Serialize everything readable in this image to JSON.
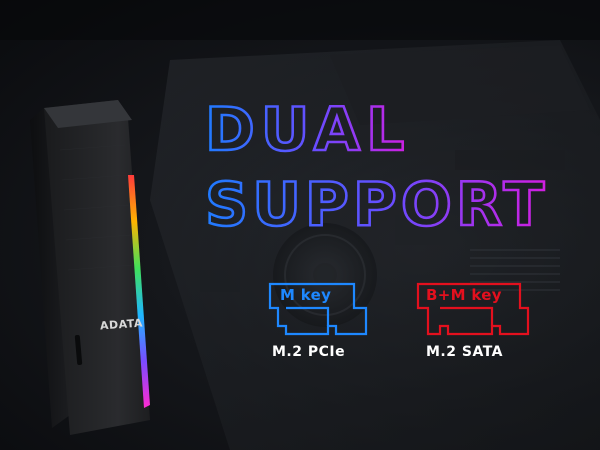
{
  "headline": {
    "line1": "DUAL",
    "line2": "SUPPORT"
  },
  "product": {
    "brand": "ADATA"
  },
  "connectors": [
    {
      "key_label": "M key",
      "caption": "M.2 PCIe",
      "color": "#1e88ff"
    },
    {
      "key_label": "B+M key",
      "caption": "M.2 SATA",
      "color": "#e3101e"
    }
  ],
  "colors": {
    "gradient_start": "#1f7bff",
    "gradient_mid": "#6a4bff",
    "gradient_end": "#d21ee0"
  }
}
